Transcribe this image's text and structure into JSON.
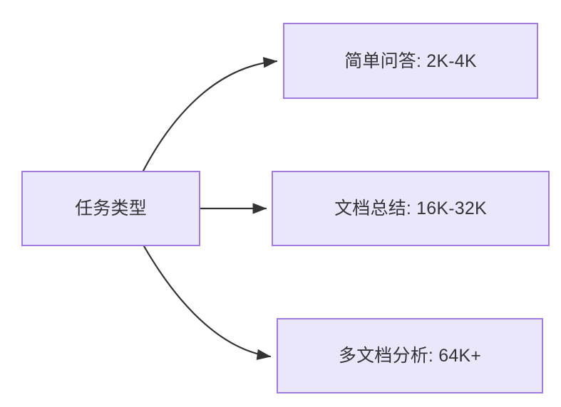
{
  "diagram": {
    "type": "flowchart",
    "direction": "left-to-right",
    "background_color": "#ffffff",
    "node_fill_color": "#eae7fb",
    "node_border_color": "#a07ae0",
    "node_text_color": "#333338",
    "edge_color": "#333333",
    "nodes": [
      {
        "id": "source",
        "label": "任务类型",
        "role": "root"
      },
      {
        "id": "qa",
        "label": "简单问答: 2K-4K",
        "role": "leaf"
      },
      {
        "id": "summary",
        "label": "文档总结: 16K-32K",
        "role": "leaf"
      },
      {
        "id": "multidoc",
        "label": "多文档分析: 64K+",
        "role": "leaf"
      }
    ],
    "edges": [
      {
        "from": "source",
        "to": "qa",
        "style": "curved",
        "arrowhead": true,
        "label": ""
      },
      {
        "from": "source",
        "to": "summary",
        "style": "straight",
        "arrowhead": true,
        "label": ""
      },
      {
        "from": "source",
        "to": "multidoc",
        "style": "curved",
        "arrowhead": true,
        "label": ""
      }
    ]
  }
}
